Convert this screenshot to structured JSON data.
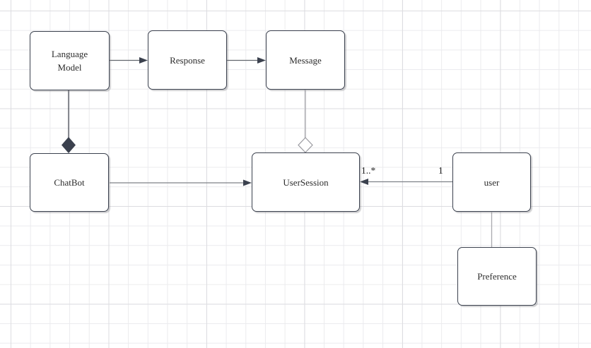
{
  "diagram": {
    "nodes": {
      "language_model": {
        "label": "Language Model"
      },
      "response": {
        "label": "Response"
      },
      "message": {
        "label": "Message"
      },
      "chatbot": {
        "label": "ChatBot"
      },
      "user_session": {
        "label": "UserSession"
      },
      "user": {
        "label": "user"
      },
      "preference": {
        "label": "Preference"
      }
    },
    "edges": {
      "user_to_usersession": {
        "target_multiplicity": "1..*",
        "source_multiplicity": "1"
      }
    },
    "colors": {
      "node_border": "#3b414e",
      "node_fill": "#ffffff",
      "edge_arrow_line": "#62666d",
      "edge_plain_line": "#a9a9ae",
      "arrowhead_fill": "#3b414e",
      "composition_diamond_fill": "#3b414e",
      "aggregation_diamond_stroke": "#9a9aa0",
      "grid_minor": "#ebebee",
      "grid_major": "#dddde1",
      "text": "#2c2c2c",
      "background": "#ffffff"
    }
  }
}
